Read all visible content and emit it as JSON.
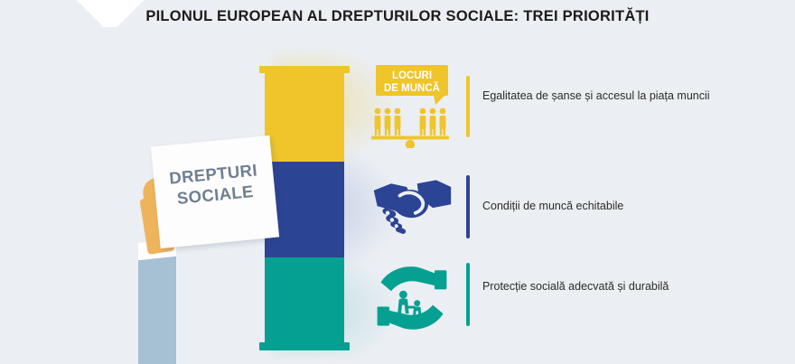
{
  "page": {
    "title": "PILONUL EUROPEAN AL DREPTURILOR SOCIALE: TREI PRIORITĂȚI",
    "background_color": "#ebeff4"
  },
  "placard": {
    "text": "DREPTURI\nSOCIALE",
    "text_color": "#6f7f93",
    "card_color": "#fdfdfd",
    "hand_color": "#eeb45c",
    "sleeve_color": "#a6c0d4",
    "cuff_color": "#ffffff"
  },
  "pillar": {
    "segments": [
      {
        "name": "locuri-de-munca",
        "color": "#efc52b"
      },
      {
        "name": "conditii-de-munca",
        "color": "#2c4494"
      },
      {
        "name": "protectie-sociala",
        "color": "#06a093"
      }
    ]
  },
  "priorities": [
    {
      "id": "equal-opportunities",
      "icon": "people-on-balance-scale-icon",
      "icon_badge_label": "LOCURI\nDE MUNCĂ",
      "label": "Egalitatea de șanse și accesul la piața muncii",
      "color": "#efc52b"
    },
    {
      "id": "fair-working-conditions",
      "icon": "handshake-icon",
      "icon_badge_label": "",
      "label": "Condiții de muncă echitabile",
      "color": "#2c4494"
    },
    {
      "id": "social-protection",
      "icon": "hands-protecting-family-icon",
      "icon_badge_label": "",
      "label": "Protecție socială adecvată și durabilă",
      "color": "#06a093"
    }
  ]
}
